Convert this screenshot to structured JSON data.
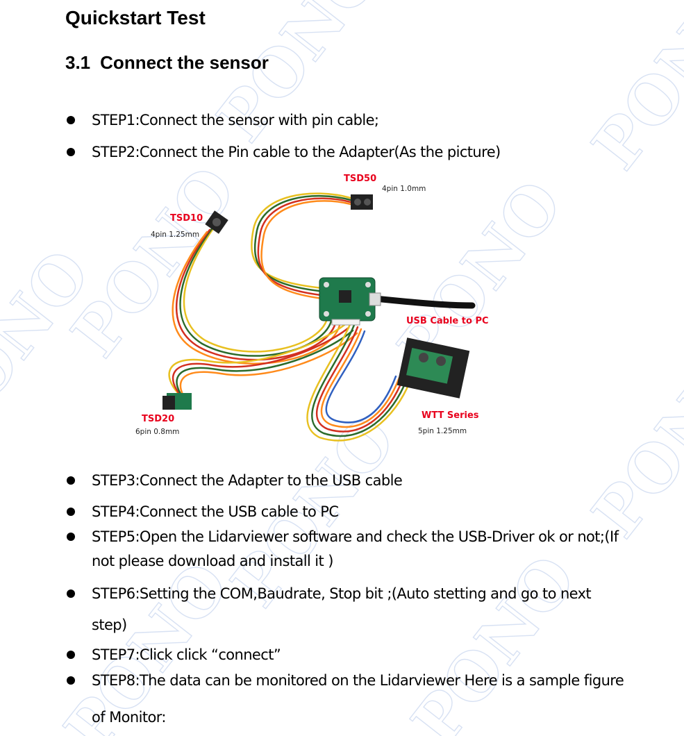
{
  "heading": "Quickstart Test",
  "section": {
    "number": "3.1",
    "title": "Connect the sensor"
  },
  "steps": [
    "STEP1:Connect the sensor with pin cable;",
    "STEP2:Connect the Pin cable to the Adapter(As the picture)",
    "STEP3:Connect the Adapter to the USB cable",
    "STEP4:Connect the USB cable to PC",
    "STEP5:Open the Lidarviewer software and check the USB-Driver ok or not;(If",
    "not please download and install it )",
    "STEP6:Setting the  COM,Baudrate, Stop bit ;(Auto stetting and go to next",
    "step)",
    "STEP7:Click click “connect”",
    "STEP8:The data can be monitored on the Lidarviewer  Here is a sample figure",
    "of Monitor:"
  ],
  "figure": {
    "tsd50": {
      "name": "TSD50",
      "spec": "4pin 1.0mm"
    },
    "tsd10": {
      "name": "TSD10",
      "spec": "4pin 1.25mm"
    },
    "usb": {
      "name": "USB Cable to PC"
    },
    "wtt": {
      "name": "WTT Series",
      "spec": "5pin 1.25mm"
    },
    "tsd20": {
      "name": "TSD20",
      "spec": "6pin 0.8mm"
    }
  },
  "watermark": "PONO",
  "colors": {
    "label_red": "#e8001c",
    "pcb_green": "#1f7a4c",
    "watermark_blue": "#4a78c8"
  }
}
